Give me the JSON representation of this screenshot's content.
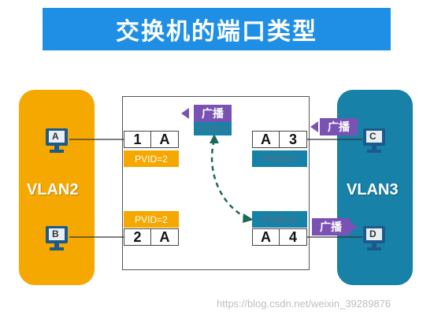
{
  "title": "交换机的端口类型",
  "vlans": {
    "left": "VLAN2",
    "right": "VLAN3"
  },
  "ports": [
    {
      "number": "1",
      "tag": "A",
      "pvid": "PVID=2"
    },
    {
      "number": "2",
      "tag": "A",
      "pvid": "PVID=2"
    },
    {
      "number": "3",
      "tag": "A",
      "pvid": "PVID=3"
    },
    {
      "number": "4",
      "tag": "A",
      "pvid": "PVID=3"
    }
  ],
  "broadcast_label": "广播",
  "center_pvid": "PVID=3",
  "hosts": [
    "A",
    "B",
    "C",
    "D"
  ],
  "watermark": "https://blog.csdn.net/weixin_39289876",
  "colors": {
    "title_bg": "#1f8fe6",
    "vlan2": "#f5a800",
    "vlan3": "#1781a8",
    "broadcast": "#7a52b4",
    "dashed_arrow": "#1a6b55"
  }
}
